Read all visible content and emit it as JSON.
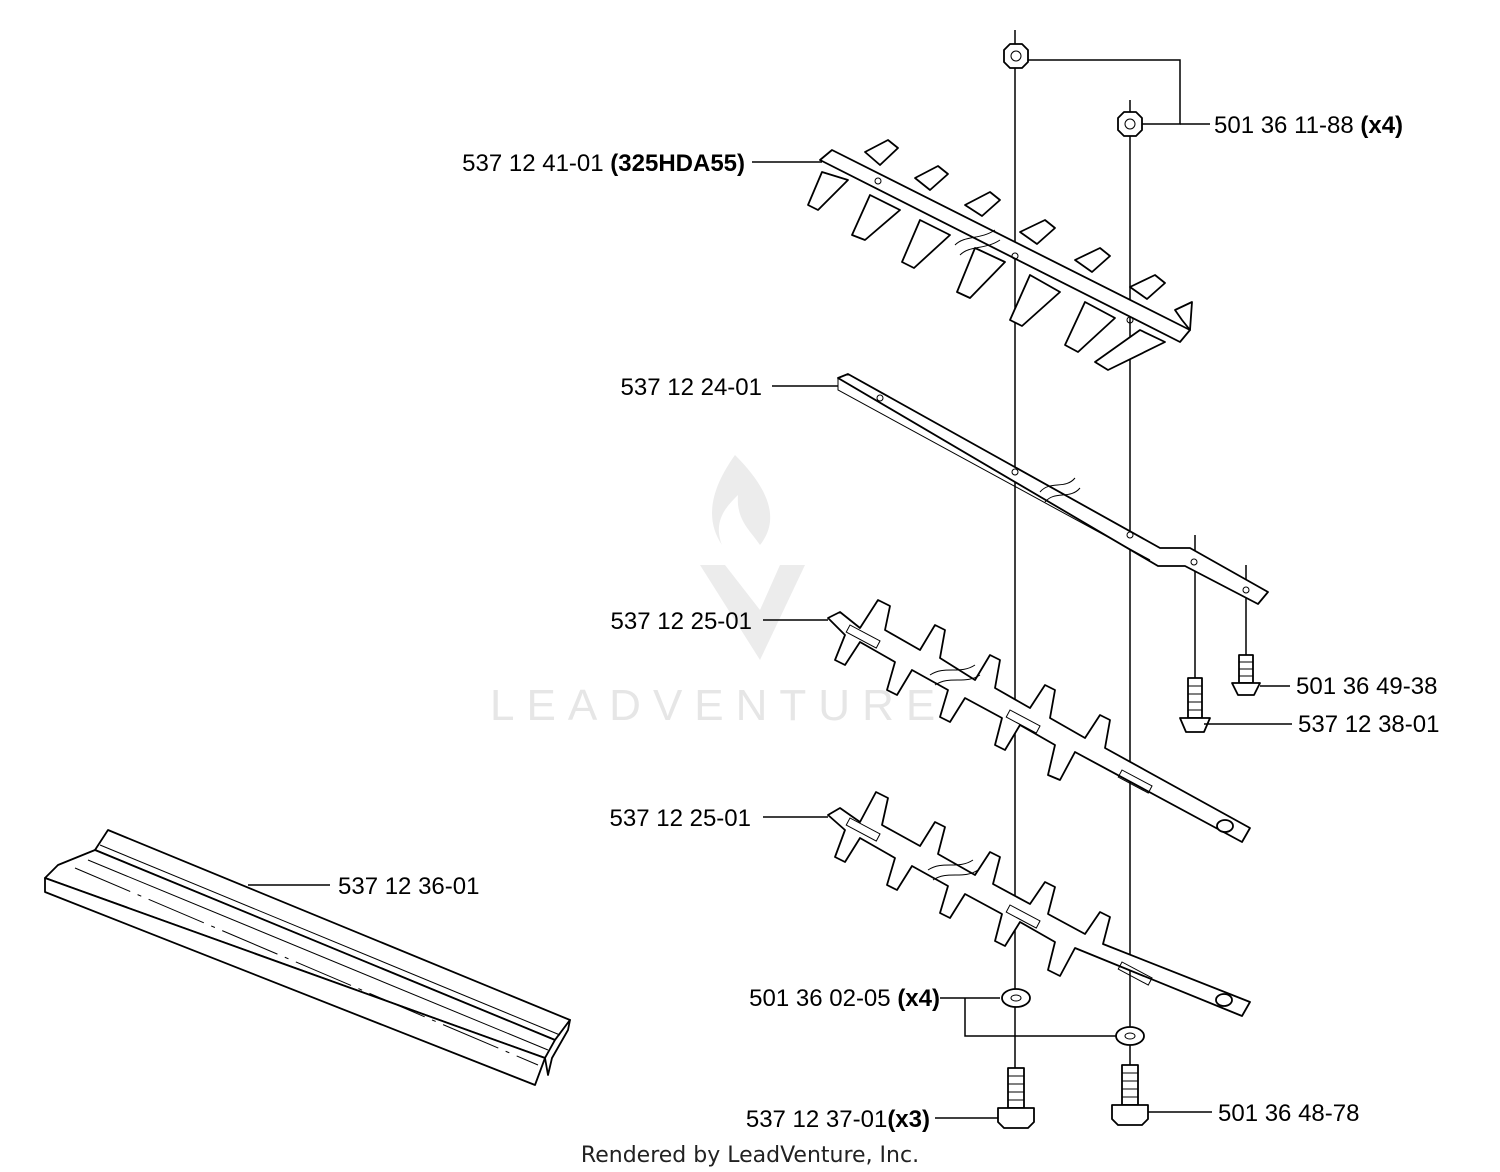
{
  "diagram": {
    "labels": {
      "nut_top": {
        "part": "501 36 11-88",
        "qty": "(x4)"
      },
      "upper_blade": {
        "part": "537 12 41-01",
        "qty": "(325HDA55)"
      },
      "guide_bar": {
        "part": "537 12 24-01"
      },
      "blade_a": {
        "part": "537 12 25-01"
      },
      "blade_b": {
        "part": "537 12 25-01"
      },
      "screw_small": {
        "part": "501 36 49-38"
      },
      "screw_large": {
        "part": "537 12 38-01"
      },
      "blade_guard": {
        "part": "537 12 36-01"
      },
      "washer": {
        "part": "501 36 02-05",
        "qty": "(x4)"
      },
      "bolt_a": {
        "part": "537 12 37-01",
        "qty": "(x3)"
      },
      "bolt_b": {
        "part": "501 36 48-78"
      }
    },
    "watermark": "LEADVENTURE",
    "footer": "Rendered by LeadVenture, Inc."
  },
  "colors": {
    "line": "#000000",
    "watermark": "#e6e6e6"
  }
}
